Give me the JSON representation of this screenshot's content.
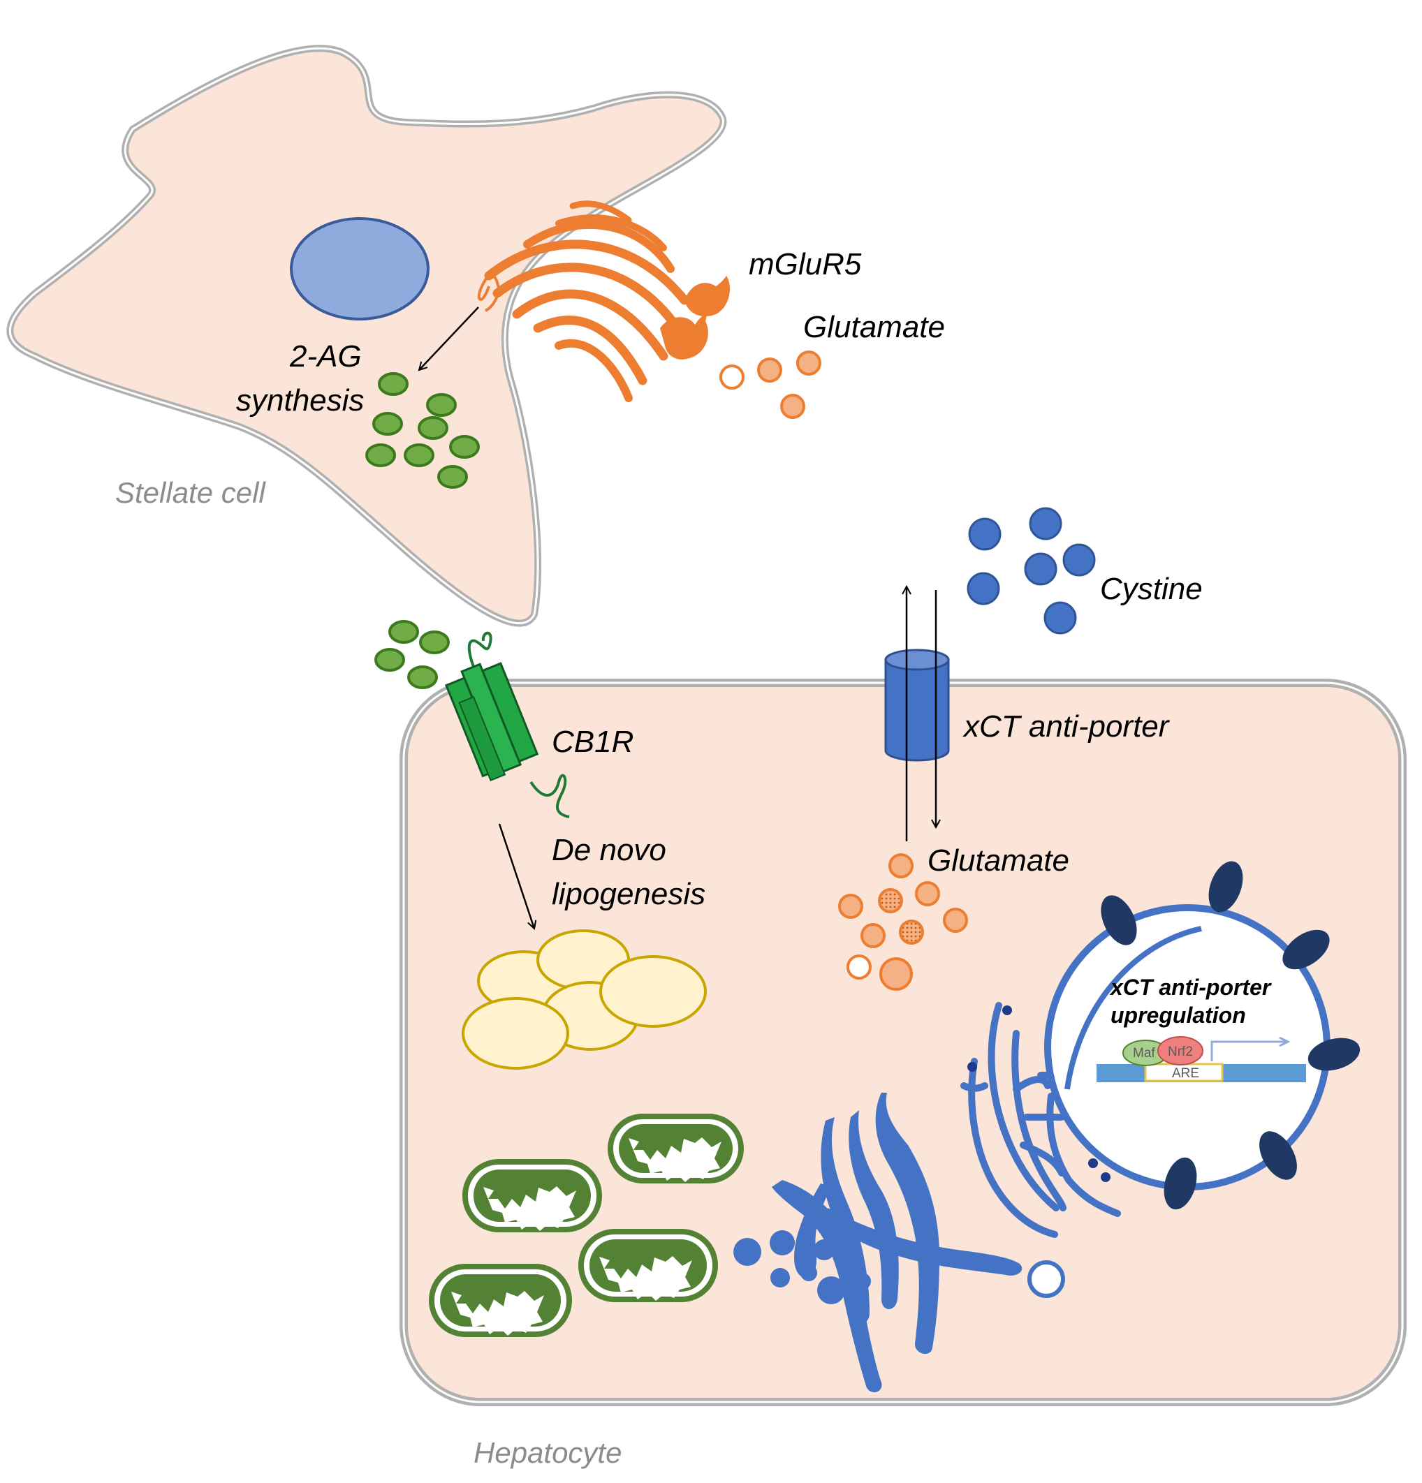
{
  "labels": {
    "mglur5": "mGluR5",
    "glutamate_out": "Glutamate",
    "two_ag_line1": "2-AG",
    "two_ag_line2": "synthesis",
    "stellate": "Stellate cell",
    "cystine": "Cystine",
    "xct": "xCT anti-porter",
    "cb1r": "CB1R",
    "denovo_line1": "De novo",
    "denovo_line2": "lipogenesis",
    "glutamate_in": "Glutamate",
    "xct_up_line1": "xCT anti-porter",
    "xct_up_line2": "upregulation",
    "maf": "Maf",
    "nrf2": "Nrf2",
    "are": "ARE",
    "hepatocyte": "Hepatocyte"
  },
  "colors": {
    "cell_fill": "#fbe5d9",
    "cell_border": "#b3b3b3",
    "nucleus": "#8faadc",
    "orange": "#ed7d31",
    "orange_light": "#f4b183",
    "green": "#70ad47",
    "green_dark": "#548235",
    "cb1r_green": "#22a745",
    "blue": "#4472c4",
    "navy": "#1f3864",
    "lipid_fill": "#fff2cc",
    "lipid_stroke": "#c9a500"
  }
}
